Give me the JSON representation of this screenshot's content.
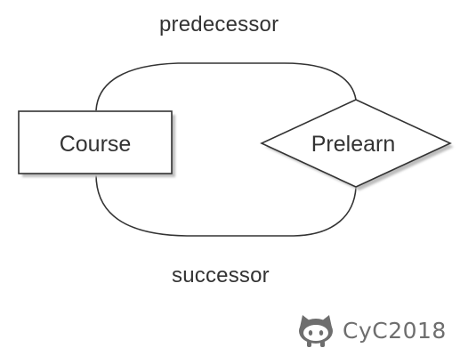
{
  "diagram": {
    "entity": {
      "label": "Course"
    },
    "relationship": {
      "label": "Prelearn"
    },
    "edges": {
      "top_label": "predecessor",
      "bottom_label": "successor"
    }
  },
  "watermark": {
    "icon": "octocat-icon",
    "text": "CyC2018",
    "color": "#6e6e6e"
  },
  "colors": {
    "stroke": "#333333",
    "shadow": "#bdbdbd",
    "background": "#ffffff"
  }
}
